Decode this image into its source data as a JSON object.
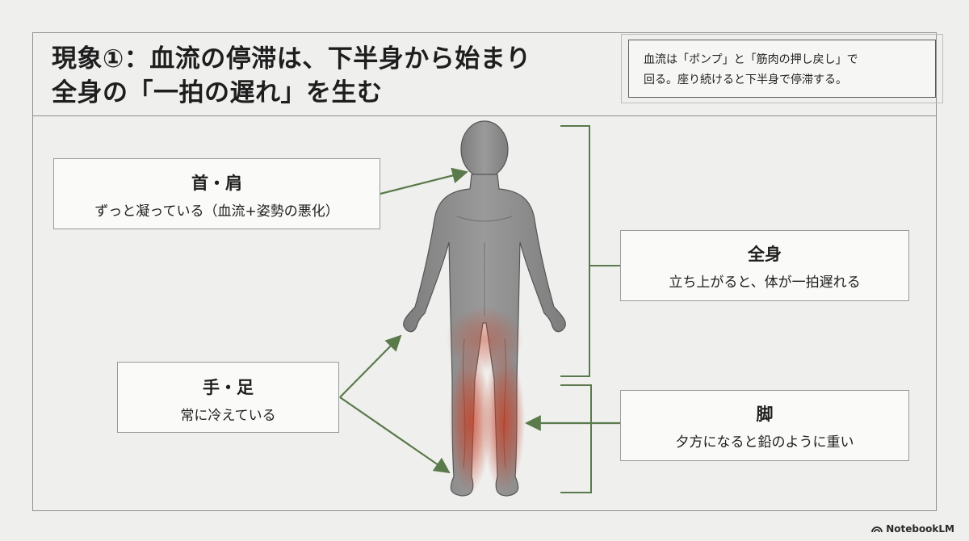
{
  "title": {
    "line1": "現象①：血流の停滞は、下半身から始まり",
    "line2": "全身の「一拍の遅れ」を生む"
  },
  "note": {
    "line1": "血流は「ポンプ」と「筋肉の押し戻し」で",
    "line2": "回る。座り続けると下半身で停滞する。"
  },
  "callouts": {
    "neck": {
      "head": "首・肩",
      "desc": "ずっと凝っている（血流+姿勢の悪化）"
    },
    "limbs": {
      "head": "手・足",
      "desc": "常に冷えている"
    },
    "whole_body": {
      "head": "全身",
      "desc": "立ち上がると、体が一拍遅れる"
    },
    "legs": {
      "head": "脚",
      "desc": "夕方になると鉛のように重い"
    }
  },
  "colors": {
    "arrow": "#5a7a4c",
    "body": "#8c8c8c",
    "stagnation": "#c4432b"
  },
  "brand": {
    "name": "NotebookLM",
    "icon": "notebooklm-logo-icon"
  }
}
